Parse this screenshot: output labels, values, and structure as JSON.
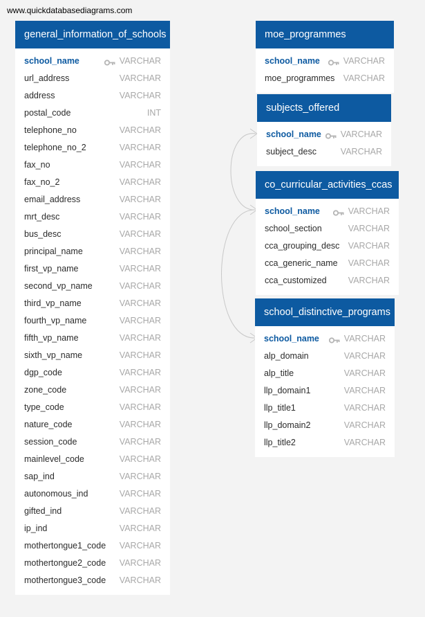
{
  "watermark": "www.quickdatabasediagrams.com",
  "tables": {
    "general": {
      "title": "general_information_of_schools",
      "columns": [
        {
          "name": "school_name",
          "type": "VARCHAR",
          "pk": true
        },
        {
          "name": "url_address",
          "type": "VARCHAR"
        },
        {
          "name": "address",
          "type": "VARCHAR"
        },
        {
          "name": "postal_code",
          "type": "INT"
        },
        {
          "name": "telephone_no",
          "type": "VARCHAR"
        },
        {
          "name": "telephone_no_2",
          "type": "VARCHAR"
        },
        {
          "name": "fax_no",
          "type": "VARCHAR"
        },
        {
          "name": "fax_no_2",
          "type": "VARCHAR"
        },
        {
          "name": "email_address",
          "type": "VARCHAR"
        },
        {
          "name": "mrt_desc",
          "type": "VARCHAR"
        },
        {
          "name": "bus_desc",
          "type": "VARCHAR"
        },
        {
          "name": "principal_name",
          "type": "VARCHAR"
        },
        {
          "name": "first_vp_name",
          "type": "VARCHAR"
        },
        {
          "name": "second_vp_name",
          "type": "VARCHAR"
        },
        {
          "name": "third_vp_name",
          "type": "VARCHAR"
        },
        {
          "name": "fourth_vp_name",
          "type": "VARCHAR"
        },
        {
          "name": "fifth_vp_name",
          "type": "VARCHAR"
        },
        {
          "name": "sixth_vp_name",
          "type": "VARCHAR"
        },
        {
          "name": "dgp_code",
          "type": "VARCHAR"
        },
        {
          "name": "zone_code",
          "type": "VARCHAR"
        },
        {
          "name": "type_code",
          "type": "VARCHAR"
        },
        {
          "name": "nature_code",
          "type": "VARCHAR"
        },
        {
          "name": "session_code",
          "type": "VARCHAR"
        },
        {
          "name": "mainlevel_code",
          "type": "VARCHAR"
        },
        {
          "name": "sap_ind",
          "type": "VARCHAR"
        },
        {
          "name": "autonomous_ind",
          "type": "VARCHAR"
        },
        {
          "name": "gifted_ind",
          "type": "VARCHAR"
        },
        {
          "name": "ip_ind",
          "type": "VARCHAR"
        },
        {
          "name": "mothertongue1_code",
          "type": "VARCHAR"
        },
        {
          "name": "mothertongue2_code",
          "type": "VARCHAR"
        },
        {
          "name": "mothertongue3_code",
          "type": "VARCHAR"
        }
      ]
    },
    "moe": {
      "title": "moe_programmes",
      "columns": [
        {
          "name": "school_name",
          "type": "VARCHAR",
          "pk": true
        },
        {
          "name": "moe_programmes",
          "type": "VARCHAR"
        }
      ]
    },
    "subjects": {
      "title": "subjects_offered",
      "columns": [
        {
          "name": "school_name",
          "type": "VARCHAR",
          "pk": true
        },
        {
          "name": "subject_desc",
          "type": "VARCHAR"
        }
      ]
    },
    "cca": {
      "title": "co_curricular_activities_ccas",
      "columns": [
        {
          "name": "school_name",
          "type": "VARCHAR",
          "pk": true
        },
        {
          "name": "school_section",
          "type": "VARCHAR"
        },
        {
          "name": "cca_grouping_desc",
          "type": "VARCHAR"
        },
        {
          "name": "cca_generic_name",
          "type": "VARCHAR"
        },
        {
          "name": "cca_customized",
          "type": "VARCHAR"
        }
      ]
    },
    "sdp": {
      "title": "school_distinctive_programs",
      "columns": [
        {
          "name": "school_name",
          "type": "VARCHAR",
          "pk": true
        },
        {
          "name": "alp_domain",
          "type": "VARCHAR"
        },
        {
          "name": "alp_title",
          "type": "VARCHAR"
        },
        {
          "name": "llp_domain1",
          "type": "VARCHAR"
        },
        {
          "name": "llp_title1",
          "type": "VARCHAR"
        },
        {
          "name": "llp_domain2",
          "type": "VARCHAR"
        },
        {
          "name": "llp_title2",
          "type": "VARCHAR"
        }
      ]
    }
  },
  "icons": {
    "primary_key": "key-icon"
  },
  "colors": {
    "header": "#0d5aa1",
    "pk_text": "#0d5aa1",
    "type_text": "#a8a8a8",
    "connector": "#c8c8c8"
  }
}
